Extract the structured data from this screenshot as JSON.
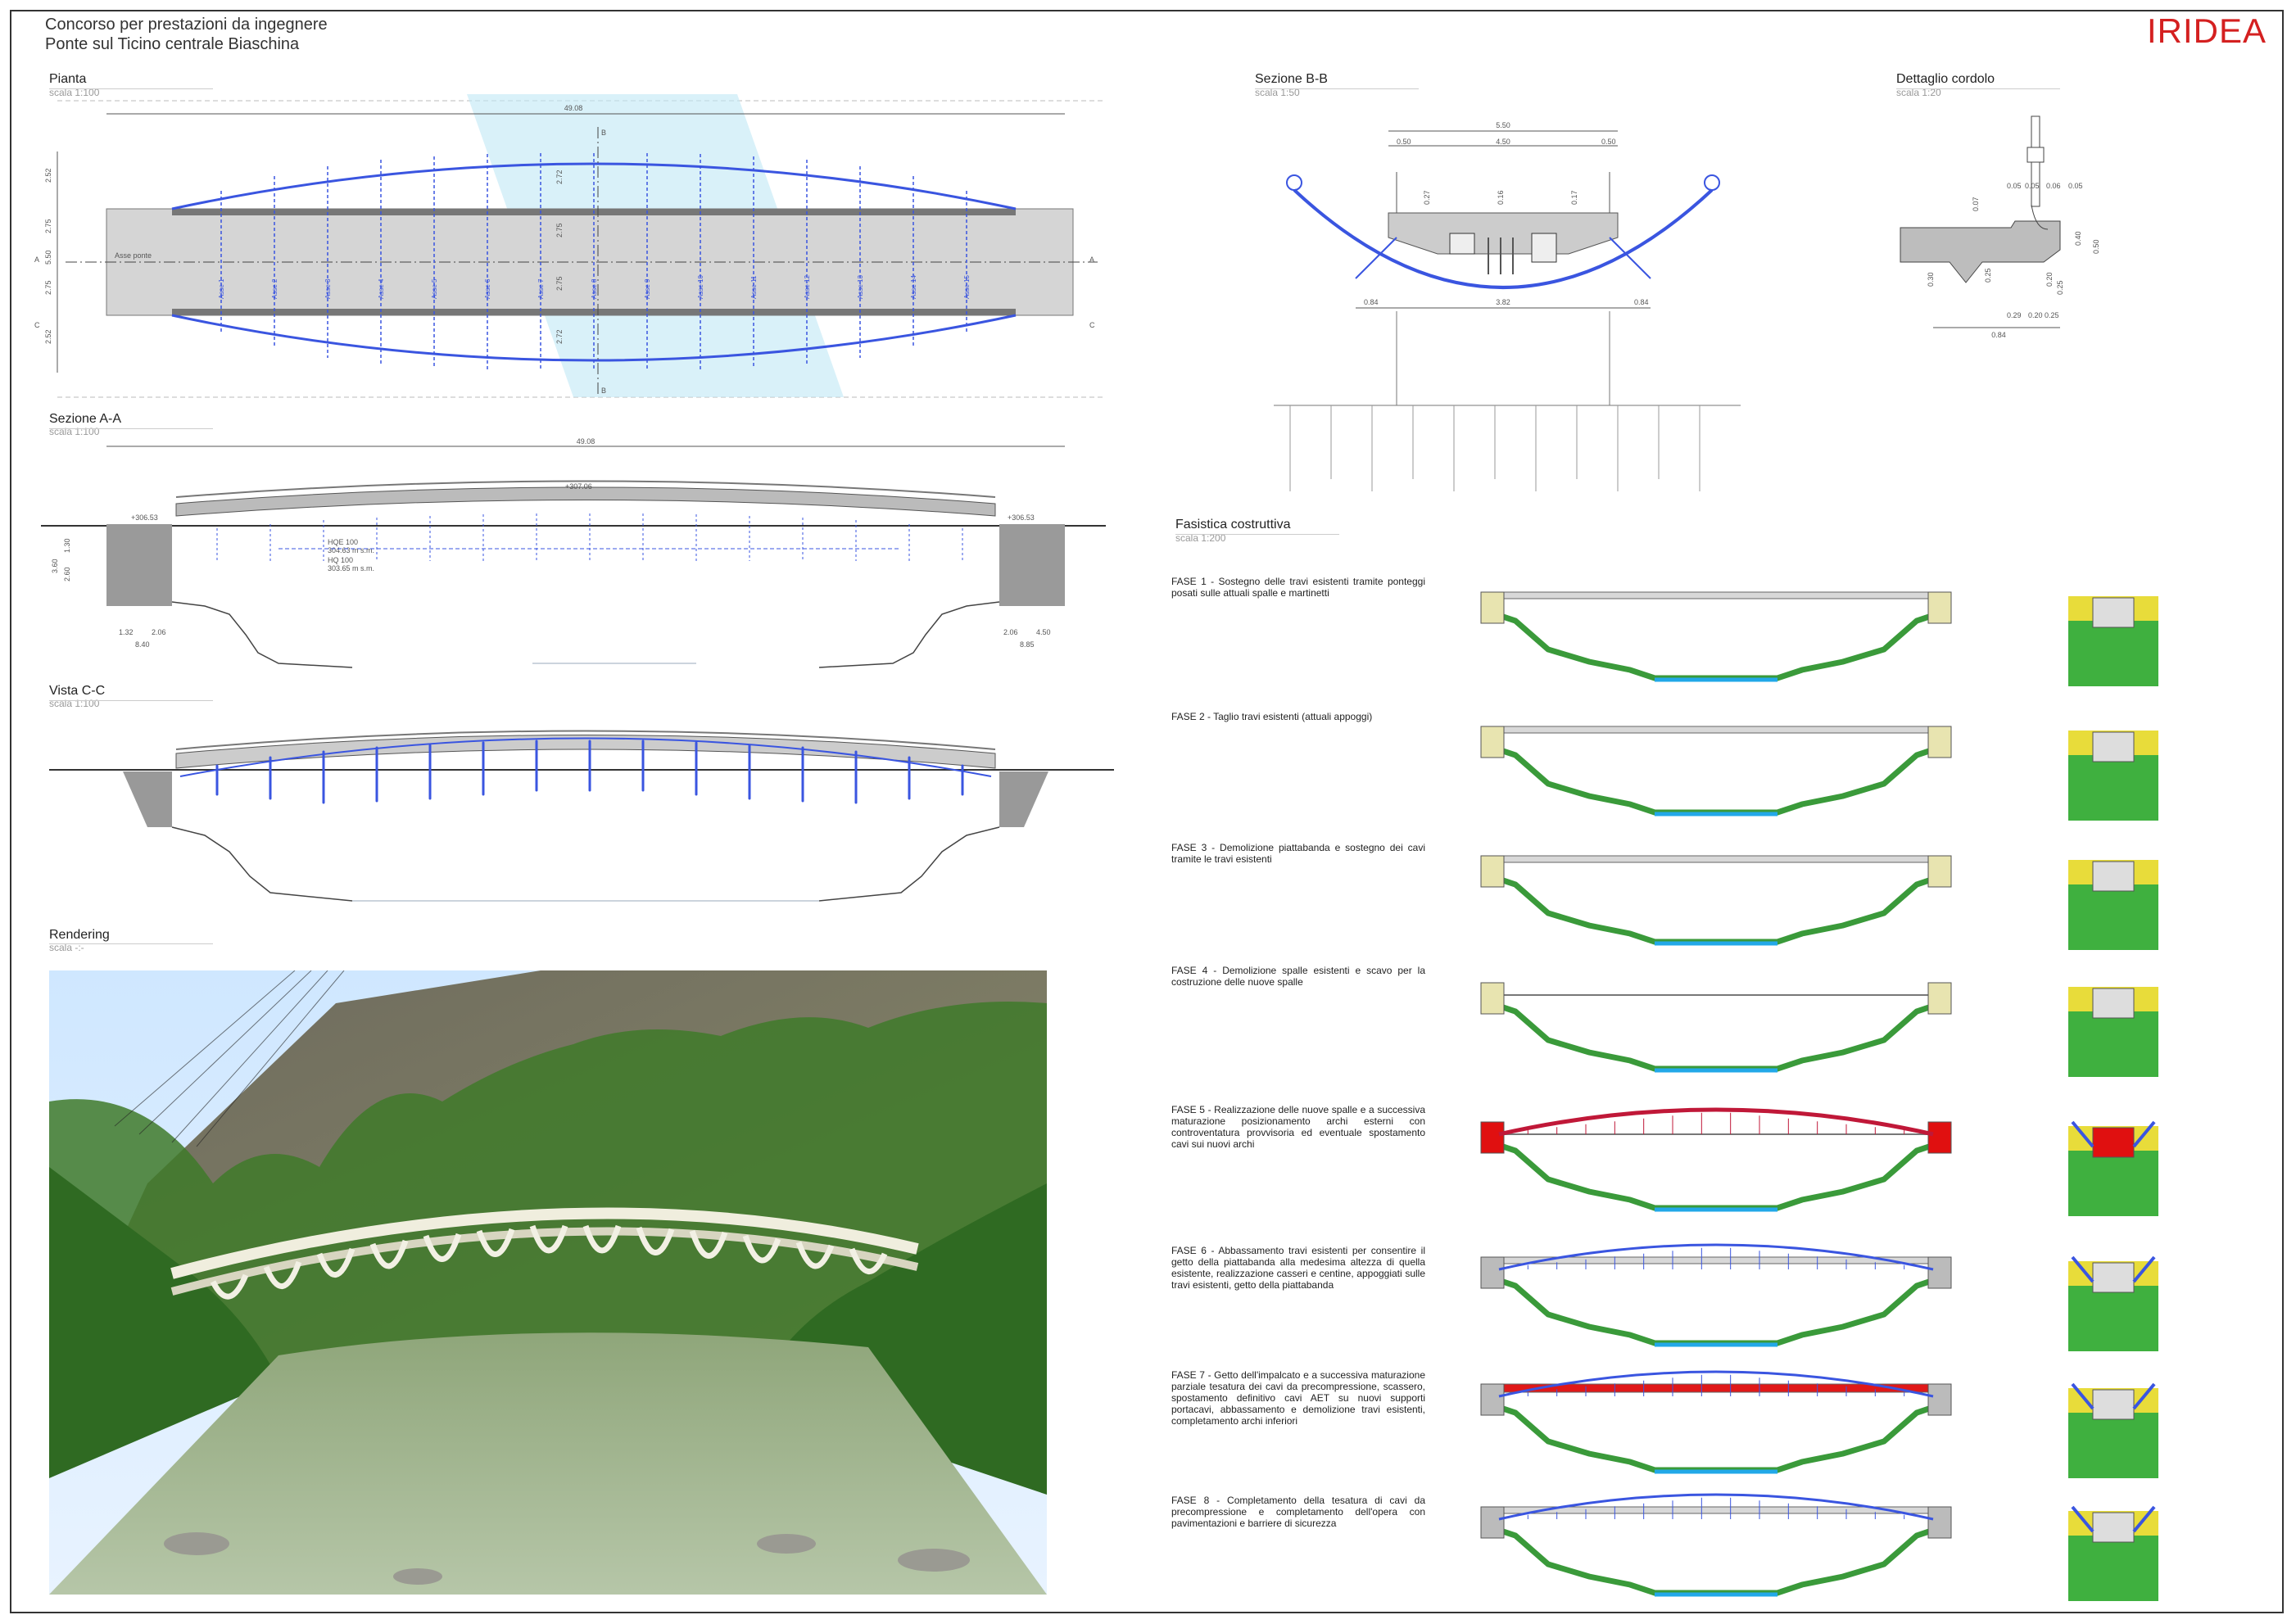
{
  "header": {
    "line1": "Concorso per prestazioni da ingegnere",
    "line2": "Ponte sul Ticino centrale Biaschina",
    "brand": "IRIDEA"
  },
  "colors": {
    "brand": "#d42020",
    "arch": "#3a55e0",
    "deck": "#cfcfcf",
    "terrain": "#3a9a3a",
    "water": "#22a8e8",
    "phase5_arch": "#c01838",
    "phase7_deck": "#e01818"
  },
  "sections": {
    "pianta": {
      "title": "Pianta",
      "scale": "scala 1:100"
    },
    "sez_aa": {
      "title": "Sezione A-A",
      "scale": "scala 1:100"
    },
    "vista_cc": {
      "title": "Vista C-C",
      "scale": "scala 1:100"
    },
    "rendering": {
      "title": "Rendering",
      "scale": "scala -:-"
    },
    "sez_bb": {
      "title": "Sezione B-B",
      "scale": "scala 1:50"
    },
    "cordolo": {
      "title": "Dettaglio cordolo",
      "scale": "scala 1:20"
    },
    "fasistica": {
      "title": "Fasistica costruttiva",
      "scale": "scala 1:200"
    }
  },
  "dims": {
    "span": "49.08",
    "pianta_v": [
      "2.52",
      "2.75",
      "5.50",
      "2.75",
      "2.52"
    ],
    "pianta_mid": [
      "2.72",
      "2.75",
      "2.75",
      "2.72"
    ],
    "axis_label": "Asse ponte",
    "section_marks": {
      "a": "A",
      "b": "B",
      "c": "C"
    },
    "elev_left": "+306.53",
    "elev_mid": "+307.06",
    "elev_right": "+306.53",
    "hq": [
      "HQE 100",
      "304.63 m s.m.",
      "HQ 100",
      "303.65 m s.m."
    ],
    "aa_bottom_left": [
      "1.32",
      "2.06",
      "8.40"
    ],
    "aa_bottom_right": [
      "2.06",
      "4.50",
      "8.85"
    ],
    "aa_side": [
      "1.30",
      "2.60",
      "3.60"
    ],
    "bb_top": "5.50",
    "bb_top2": [
      "0.50",
      "4.50",
      "0.50"
    ],
    "bb_inner": [
      "0.27",
      "0.16",
      "0.17"
    ],
    "bb_bottom": [
      "0.84",
      "3.82",
      "0.84"
    ],
    "cordolo": [
      "0.05",
      "0.05",
      "0.06",
      "0.05",
      "0.07",
      "0.40",
      "0.50",
      "0.30",
      "0.25",
      "0.20",
      "0.25",
      "0.29",
      "0.20",
      "0.25",
      "0.84"
    ]
  },
  "axes": [
    "Asse 1",
    "Asse 2",
    "Asse 3",
    "Asse 4",
    "Asse 5",
    "Asse 6",
    "Asse 7",
    "Asse 8",
    "Asse 9",
    "Asse 10",
    "Asse 11",
    "Asse 12",
    "Asse 13",
    "Asse 14",
    "Asse 15"
  ],
  "phases": [
    {
      "text": "FASE 1 - Sostegno delle travi esistenti tramite ponteggi posati sulle attuali spalle e martinetti"
    },
    {
      "text": "FASE 2 - Taglio travi esistenti (attuali appoggi)"
    },
    {
      "text": "FASE 3 - Demolizione piattabanda e sostegno dei cavi tramite le travi esistenti"
    },
    {
      "text": "FASE 4 - Demolizione spalle esistenti e scavo per la costruzione delle nuove spalle"
    },
    {
      "text": "FASE 5 - Realizzazione delle nuove spalle e a successiva maturazione posizionamento archi esterni con controventatura provvisoria ed eventuale spostamento cavi sui nuovi archi"
    },
    {
      "text": "FASE 6 - Abbassamento travi esistenti per consentire il getto della piattabanda alla medesima altezza di quella esistente, realizzazione casseri e centine, appoggiati sulle travi esistenti, getto della piattabanda"
    },
    {
      "text": "FASE 7 - Getto dell'impalcato e a successiva maturazione parziale tesatura dei cavi da precompressione, scassero, spostamento definitivo cavi AET su nuovi supporti portacavi, abbassamento e demolizione travi esistenti, completamento archi inferiori"
    },
    {
      "text": "FASE 8 - Completamento della tesatura di cavi da precompressione e completamento dell'opera con pavimentazioni e barriere di sicurezza"
    }
  ]
}
